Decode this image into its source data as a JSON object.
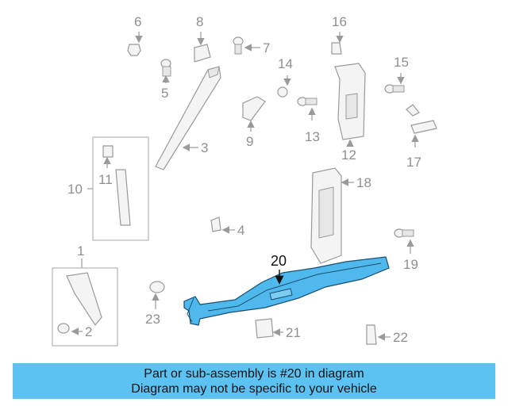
{
  "callouts": {
    "c1": "1",
    "c2": "2",
    "c3": "3",
    "c4": "4",
    "c5": "5",
    "c6": "6",
    "c7": "7",
    "c8": "8",
    "c9": "9",
    "c10": "10",
    "c11": "11",
    "c12": "12",
    "c13": "13",
    "c14": "14",
    "c15": "15",
    "c16": "16",
    "c17": "17",
    "c18": "18",
    "c19": "19",
    "c20": "20",
    "c21": "21",
    "c22": "22",
    "c23": "23"
  },
  "colors": {
    "highlight_part": "#4fb8ec",
    "banner_bg": "#5bc2f2"
  },
  "banner": {
    "line1": "Part or sub-assembly is #20 in diagram",
    "line2": "Diagram may not be specific to your vehicle"
  }
}
